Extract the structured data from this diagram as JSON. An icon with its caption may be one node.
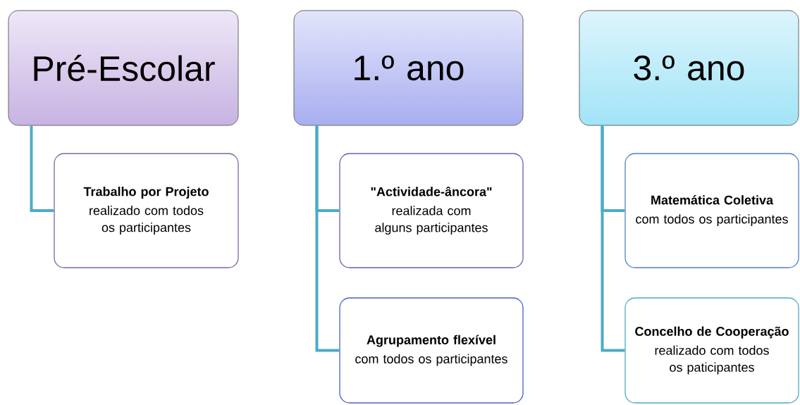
{
  "diagram": {
    "nodes": [
      {
        "text": [
          "Pré-Escolar"
        ]
      },
      {
        "text": [
          "Trabalho por Projeto",
          "realizado com todos os participantes"
        ]
      },
      {
        "text": [
          "1.º ano"
        ]
      },
      {
        "text": [
          "\"Actividade-âncora\"",
          "realizada com alguns participantes"
        ]
      },
      {
        "text": [
          "Agrupamento flexível",
          "com todos os participantes"
        ]
      },
      {
        "text": [
          "3.º ano"
        ]
      },
      {
        "text": [
          "Matemática Coletiva",
          "com todos os participantes"
        ]
      },
      {
        "text": [
          "Concelho de Cooperação",
          "realizado com todos os paticipantes"
        ]
      }
    ],
    "edges": [
      {
        "from": 0,
        "to": 1,
        "arrow": "none"
      },
      {
        "from": 2,
        "to": 3,
        "arrow": "none"
      },
      {
        "from": 2,
        "to": 4,
        "arrow": "none"
      },
      {
        "from": 5,
        "to": 6,
        "arrow": "none"
      },
      {
        "from": 5,
        "to": 7,
        "arrow": "none"
      }
    ]
  }
}
